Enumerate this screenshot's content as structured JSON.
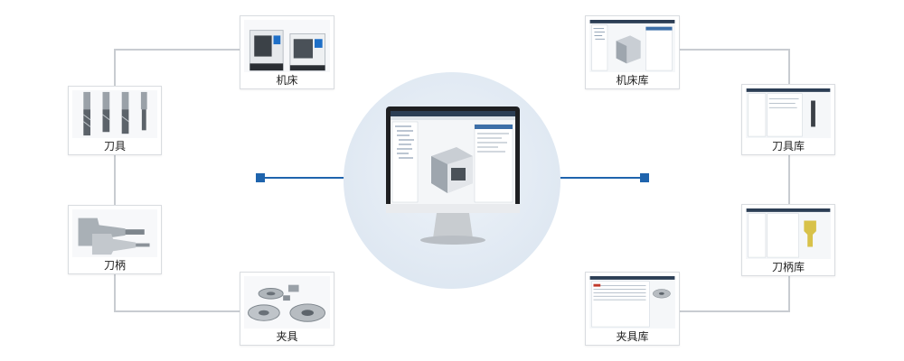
{
  "diagram": {
    "left_items": [
      {
        "id": "machine",
        "label": "机床",
        "icon": "machine-tool-icon"
      },
      {
        "id": "tool",
        "label": "刀具",
        "icon": "end-mill-icon"
      },
      {
        "id": "holder",
        "label": "刀柄",
        "icon": "tool-holder-icon"
      },
      {
        "id": "fixture",
        "label": "夹具",
        "icon": "chuck-fixture-icon"
      }
    ],
    "right_items": [
      {
        "id": "machine-lib",
        "label": "机床库",
        "icon": "software-screenshot-icon"
      },
      {
        "id": "tool-lib",
        "label": "刀具库",
        "icon": "software-screenshot-icon"
      },
      {
        "id": "holder-lib",
        "label": "刀柄库",
        "icon": "software-screenshot-icon"
      },
      {
        "id": "fixture-lib",
        "label": "夹具库",
        "icon": "software-screenshot-icon"
      }
    ],
    "center": {
      "icon": "desktop-monitor-icon"
    },
    "colors": {
      "connector": "#1f64ad",
      "bracket": "#c8ccd1",
      "hub": "#dfe8f2",
      "card_border": "#d9dce0"
    }
  }
}
